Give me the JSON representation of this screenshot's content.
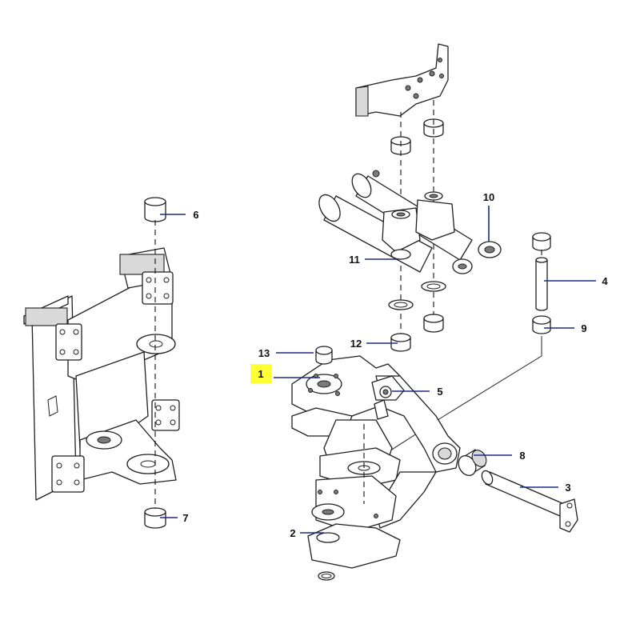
{
  "callouts": {
    "c1": "1",
    "c2": "2",
    "c3": "3",
    "c4": "4",
    "c5": "5",
    "c6": "6",
    "c7": "7",
    "c8": "8",
    "c9": "9",
    "c10": "10",
    "c11": "11",
    "c12": "12",
    "c13": "13"
  },
  "colors": {
    "leader": "#1b2a8c",
    "highlight": "#ffff33",
    "line": "#1f1f1f"
  }
}
